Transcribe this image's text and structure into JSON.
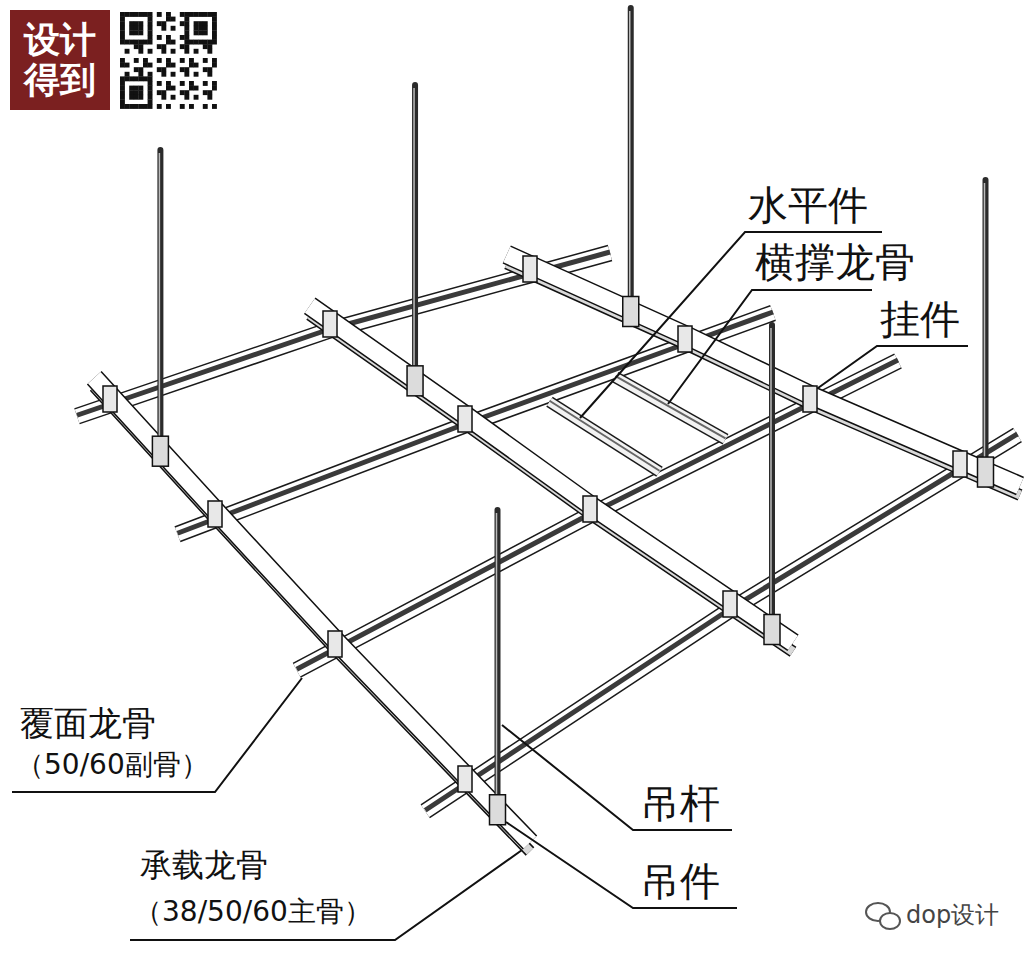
{
  "diagram": {
    "nodes": [
      {
        "text": [
          "设计 得到"
        ]
      }
    ],
    "labels": [
      "水平件",
      "横撑龙骨",
      "挂件",
      "覆面龙骨",
      "（50/60副骨）",
      "吊杆",
      "吊件",
      "承载龙骨",
      "（38/50/60主骨）",
      "dop设计"
    ]
  }
}
